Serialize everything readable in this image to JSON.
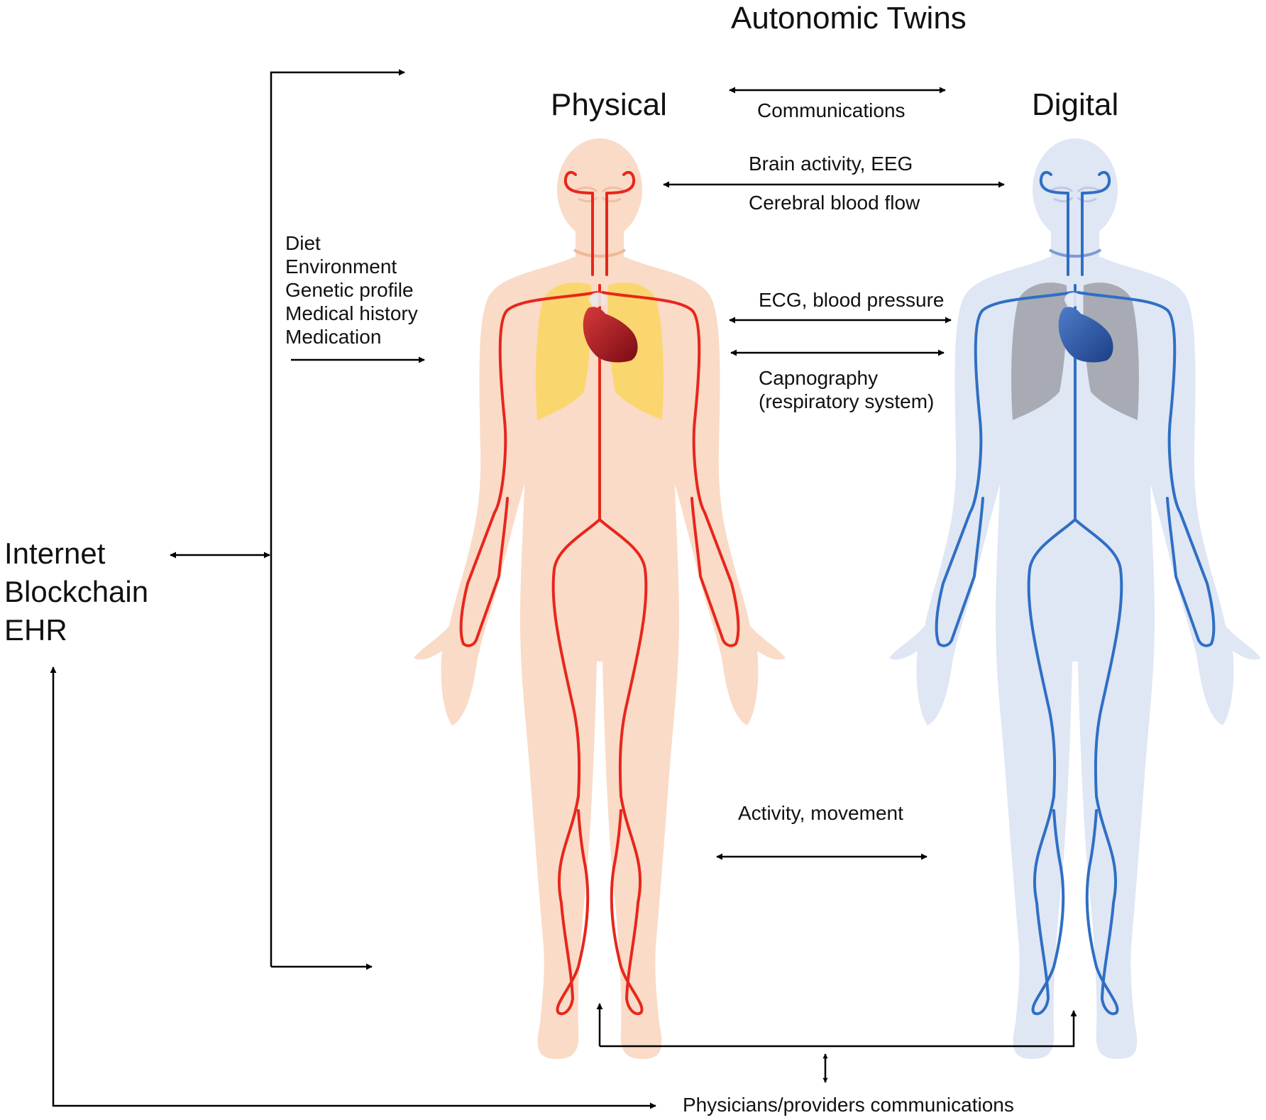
{
  "title": "Autonomic Twins",
  "physical_label": "Physical",
  "digital_label": "Digital",
  "channels": {
    "communications": "Communications",
    "brain_activity": "Brain activity, EEG",
    "cerebral_flow": "Cerebral blood flow",
    "ecg_bp": "ECG, blood pressure",
    "capnography_1": "Capnography",
    "capnography_2": "(respiratory system)",
    "activity": "Activity, movement"
  },
  "inputs": [
    "Diet",
    "Environment",
    "Genetic profile",
    "Medical history",
    "Medication"
  ],
  "hub": [
    "Internet",
    "Blockchain",
    "EHR"
  ],
  "physicians": "Physicians/providers communications",
  "colors": {
    "physical_skin": "#f9dbc7",
    "physical_vessels": "#e8261c",
    "physical_lungs": "#fbd66a",
    "physical_heart": "#a2111c",
    "digital_skin": "#dfe6f4",
    "digital_vessels": "#2f6fc4",
    "digital_lungs": "#a4a8b0",
    "digital_heart": "#254f9d",
    "arrows": "#000000"
  }
}
